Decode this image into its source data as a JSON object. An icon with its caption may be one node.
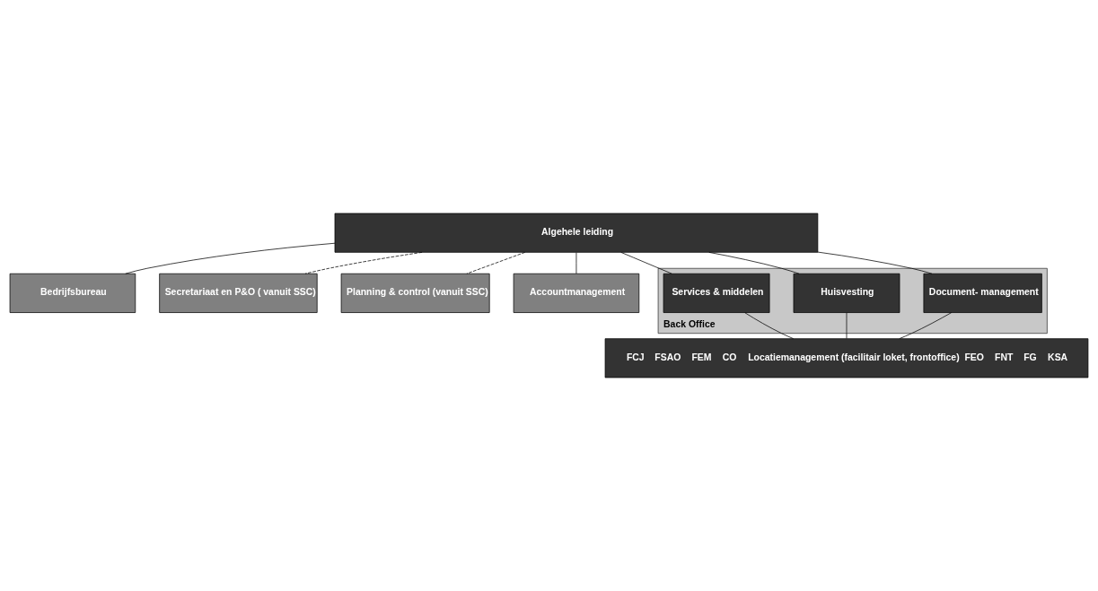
{
  "diagram": {
    "nodes": [
      {
        "text": [
          "Algehele leiding"
        ]
      },
      {
        "text": [
          "Bedrijfsbureau"
        ]
      },
      {
        "text": [
          "Accountmanagement"
        ]
      },
      {
        "text": [
          "Secretariaat en P&O ( vanuit SSC)"
        ]
      },
      {
        "text": [
          "Planning & control (vanuit SSC)"
        ]
      },
      {
        "text": [
          "Back Office"
        ]
      },
      {
        "text": [
          "Services & middelen"
        ],
        "in": 5
      },
      {
        "text": [
          "Huisvesting"
        ],
        "in": 5
      },
      {
        "text": [
          "Document- management"
        ],
        "in": 5
      },
      {
        "text": [
          "FCJ",
          "FSAO",
          "FEM",
          "CO",
          "Locatiemanagement (facilitair loket, frontoffice)",
          "FEO",
          "FNT",
          "FG",
          "KSA"
        ]
      }
    ],
    "edges": [
      {
        "from": 0,
        "to": 1,
        "arrow": "none"
      },
      {
        "from": 0,
        "to": 2,
        "arrow": "none"
      },
      {
        "from": 0,
        "to": 3,
        "arrow": "none",
        "style": "dashed"
      },
      {
        "from": 0,
        "to": 4,
        "arrow": "none",
        "style": "dashed"
      },
      {
        "from": 0,
        "to": 6,
        "arrow": "none"
      },
      {
        "from": 0,
        "to": 7,
        "arrow": "none"
      },
      {
        "from": 0,
        "to": 8,
        "arrow": "none"
      },
      {
        "from": 6,
        "to": 9,
        "arrow": "none"
      },
      {
        "from": 7,
        "to": 9,
        "arrow": "none"
      },
      {
        "from": 8,
        "to": 9,
        "arrow": "none"
      }
    ]
  }
}
